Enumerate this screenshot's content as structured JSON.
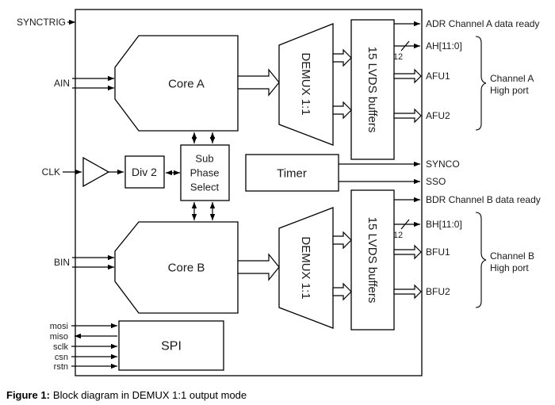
{
  "figure": {
    "caption_label": "Figure 1:",
    "caption_text": "Block diagram in DEMUX 1:1 output mode"
  },
  "colors": {
    "stroke": "#000000",
    "fill": "#ffffff",
    "background": "#ffffff"
  },
  "blocks": {
    "core_a": "Core A",
    "core_b": "Core B",
    "demux_a": "DEMUX 1:1",
    "demux_b": "DEMUX 1:1",
    "lvds_a": "15 LVDS buffers",
    "lvds_b": "15 LVDS buffers",
    "sub_1": "Sub",
    "sub_2": "Phase",
    "sub_3": "Select",
    "timer": "Timer",
    "div2": "Div 2",
    "spi": "SPI"
  },
  "inputs": {
    "synctrig": "SYNCTRIG",
    "ain": "AIN",
    "clk": "CLK",
    "bin": "BIN",
    "mosi": "mosi",
    "miso": "miso",
    "sclk": "sclk",
    "csn": "csn",
    "rstn": "rstn"
  },
  "outputs": {
    "adr": "ADR Channel A data ready",
    "ah": "AH[11:0]",
    "bus_width_a": "12",
    "afu1": "AFU1",
    "afu2": "AFU2",
    "synco": "SYNCO",
    "sso": "SSO",
    "bdr": "BDR Channel B data ready",
    "bh": "BH[11:0]",
    "bus_width_b": "12",
    "bfu1": "BFU1",
    "bfu2": "BFU2"
  },
  "annotations": {
    "channel_a_1": "Channel A",
    "channel_a_2": "High port",
    "channel_b_1": "Channel B",
    "channel_b_2": "High port"
  }
}
